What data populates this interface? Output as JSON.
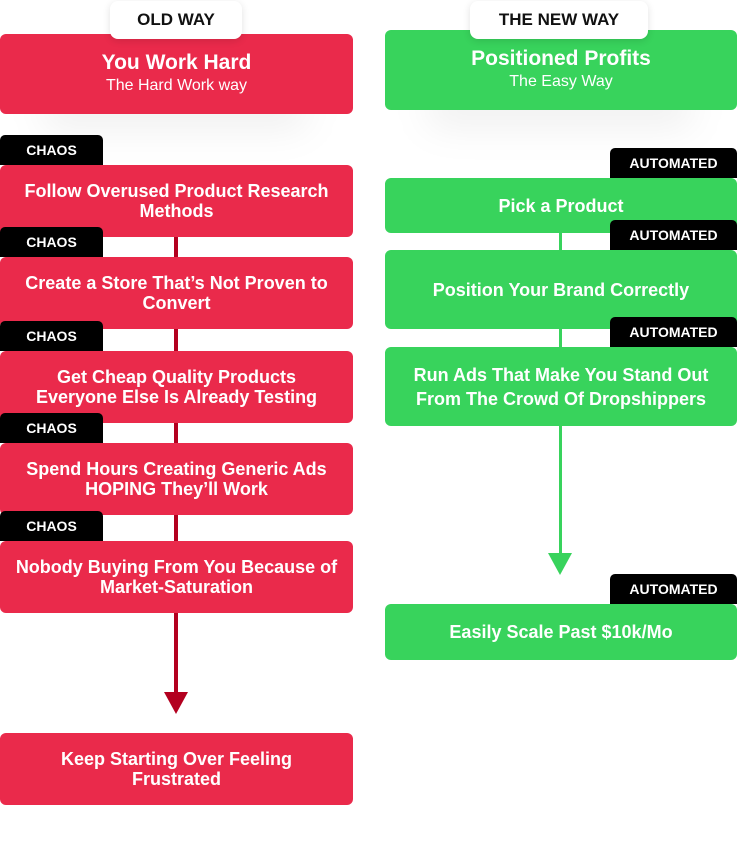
{
  "old_way": {
    "label": "OLD WAY",
    "header_title": "You Work Hard",
    "header_sub": "The Hard Work way",
    "tag": "CHAOS",
    "steps": [
      "Follow Overused Product Research Methods",
      "Create a Store That’s Not Proven to Convert",
      "Get Cheap Quality Products Everyone Else Is Already Testing",
      "Spend Hours Creating Generic Ads HOPING They’ll Work",
      "Nobody Buying From You Because of  Market-Saturation"
    ],
    "outcome": "Keep Starting Over Feeling Frustrated"
  },
  "new_way": {
    "label": "THE NEW WAY",
    "header_title": "Positioned Profits",
    "header_sub": "The Easy Way",
    "tag": "AUTOMATED",
    "steps": [
      "Pick a Product",
      "Position Your Brand Correctly",
      "Run Ads That Make You Stand Out From The Crowd Of Dropshippers"
    ],
    "outcome": "Easily Scale Past $10k/Mo"
  },
  "colors": {
    "red": "#ea2a4b",
    "dark_red": "#b3001f",
    "green": "#38d35c",
    "tag": "#000000"
  }
}
